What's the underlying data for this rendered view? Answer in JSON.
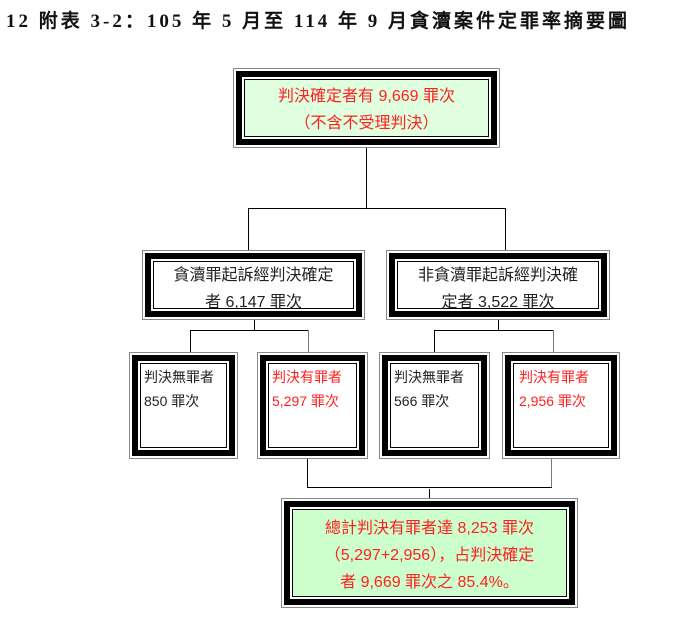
{
  "title": "12 附表 3-2：105 年 5 月至 114 年 9 月貪瀆案件定罪率摘要圖",
  "top": {
    "line1": "判決確定者有 9,669 罪次",
    "line2": "（不含不受理判決）"
  },
  "mid_left": {
    "line1": "貪瀆罪起訴經判決確定",
    "line2": "者 6,147 罪次"
  },
  "mid_right": {
    "line1": "非貪瀆罪起訴經判決確",
    "line2": "定者 3,522 罪次"
  },
  "leaves": [
    {
      "label": "判決無罪者",
      "value": "850 罪次"
    },
    {
      "label": "判決有罪者",
      "value": "5,297 罪次"
    },
    {
      "label": "判決無罪者",
      "value": "566 罪次"
    },
    {
      "label": "判決有罪者",
      "value": "2,956 罪次"
    }
  ],
  "summary": {
    "line1": "總計判決有罪者達 8,253 罪次",
    "line2": "（5,297+2,956），占判決確定",
    "line3": "者 9,669 罪次之 85.4%。"
  },
  "colors": {
    "highlight_text": "#ff2020",
    "top_fill": "#dfffdf",
    "summary_fill": "#ccffcc"
  }
}
